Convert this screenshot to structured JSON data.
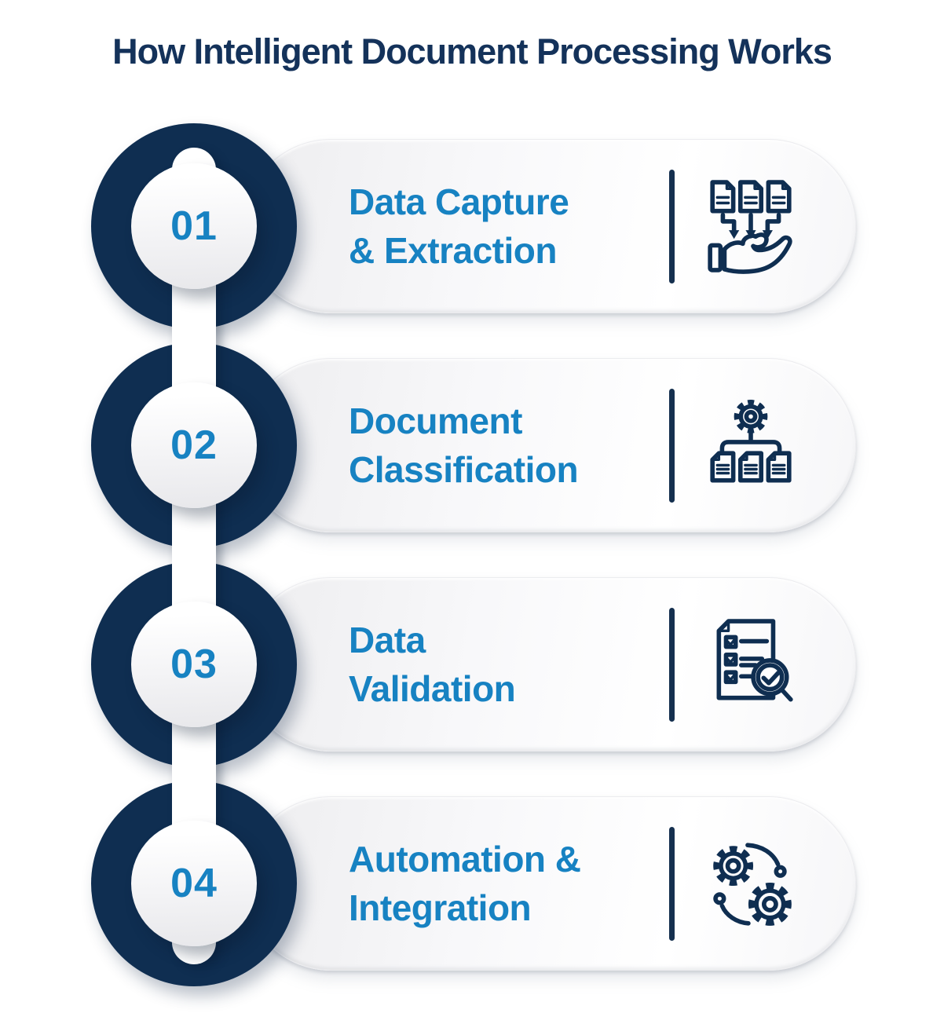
{
  "title": "How Intelligent Document Processing Works",
  "colors": {
    "navy": "#0f2e51",
    "title_navy": "#14325a",
    "accent_blue": "#1782c2",
    "card_gray": "#ededef",
    "background": "#ffffff"
  },
  "steps": [
    {
      "number": "01",
      "label": "Data Capture\n& Extraction",
      "icon": "documents-into-hand-icon"
    },
    {
      "number": "02",
      "label": "Document\nClassification",
      "icon": "gear-document-tree-icon"
    },
    {
      "number": "03",
      "label": "Data\nValidation",
      "icon": "checklist-magnifier-icon"
    },
    {
      "number": "04",
      "label": "Automation &\nIntegration",
      "icon": "gears-sync-icon"
    }
  ]
}
